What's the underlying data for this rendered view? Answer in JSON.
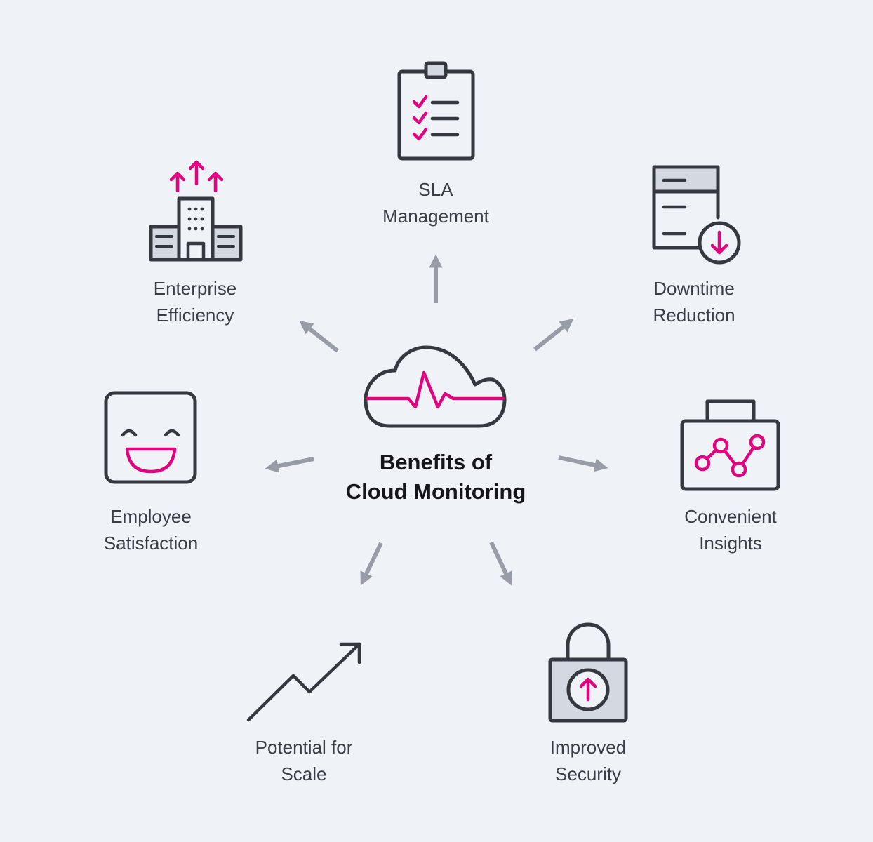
{
  "center": {
    "line1": "Benefits of",
    "line2": "Cloud Monitoring",
    "icon": "cloud-pulse-icon"
  },
  "benefits": [
    {
      "id": "sla",
      "line1": "SLA",
      "line2": "Management",
      "icon": "clipboard-checklist-icon"
    },
    {
      "id": "downtime",
      "line1": "Downtime",
      "line2": "Reduction",
      "icon": "server-download-icon"
    },
    {
      "id": "insights",
      "line1": "Convenient",
      "line2": "Insights",
      "icon": "briefcase-chart-icon"
    },
    {
      "id": "security",
      "line1": "Improved",
      "line2": "Security",
      "icon": "padlock-arrow-icon"
    },
    {
      "id": "scale",
      "line1": "Potential for",
      "line2": "Scale",
      "icon": "trend-up-icon"
    },
    {
      "id": "employee",
      "line1": "Employee",
      "line2": "Satisfaction",
      "icon": "smiley-face-icon"
    },
    {
      "id": "enterprise",
      "line1": "Enterprise",
      "line2": "Efficiency",
      "icon": "buildings-up-icon"
    }
  ],
  "colors": {
    "accent": "#e0047f",
    "stroke": "#35393f",
    "arrow": "#979ca6",
    "background": "#eff3f8",
    "fill_light": "#d4d8e0"
  }
}
